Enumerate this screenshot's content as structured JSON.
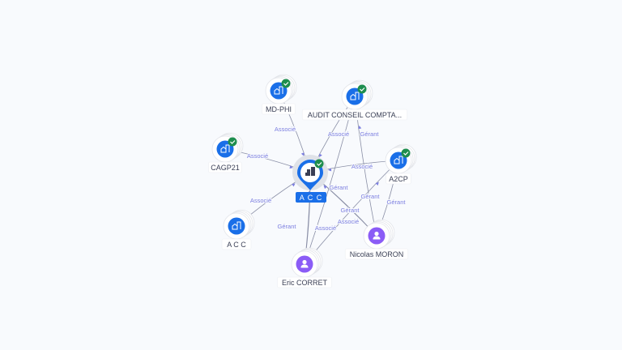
{
  "colors": {
    "company": "#1a6fe8",
    "person": "#8b5cf6",
    "check": "#1e8e4e",
    "edge": "#8a8fa6",
    "edge_label": "#7c7fe0",
    "center_label_bg": "#1a6fe8"
  },
  "center": {
    "id": "acc-center",
    "label": "A C C",
    "verified": true
  },
  "nodes": [
    {
      "id": "mdphi",
      "label": "MD-PHI",
      "type": "company",
      "verified": true
    },
    {
      "id": "audit",
      "label": "AUDIT CONSEIL COMPTA...",
      "type": "company",
      "verified": true
    },
    {
      "id": "cagp21",
      "label": "CAGP21",
      "type": "company",
      "verified": true
    },
    {
      "id": "a2cp",
      "label": "A2CP",
      "type": "company",
      "verified": true
    },
    {
      "id": "acc2",
      "label": "A C C",
      "type": "company",
      "verified": false
    },
    {
      "id": "eric",
      "label": "Eric CORRET",
      "type": "person",
      "verified": false
    },
    {
      "id": "nicolas",
      "label": "Nicolas MORON",
      "type": "person",
      "verified": false
    }
  ],
  "edges": [
    {
      "from": "mdphi",
      "to": "acc-center",
      "label": "Associé"
    },
    {
      "from": "audit",
      "to": "acc-center",
      "label": "Associé"
    },
    {
      "from": "cagp21",
      "to": "acc-center",
      "label": "Associé"
    },
    {
      "from": "a2cp",
      "to": "acc-center",
      "label": "Associé"
    },
    {
      "from": "acc2",
      "to": "acc-center",
      "label": "Associé"
    },
    {
      "from": "eric",
      "to": "acc-center",
      "label": "Gérant"
    },
    {
      "from": "eric",
      "to": "acc-center",
      "label": "Associé"
    },
    {
      "from": "nicolas",
      "to": "acc-center",
      "label": "Gérant"
    },
    {
      "from": "nicolas",
      "to": "acc-center",
      "label": "Associé"
    },
    {
      "from": "eric",
      "to": "audit",
      "label": "Gérant"
    },
    {
      "from": "nicolas",
      "to": "audit",
      "label": "Gérant"
    },
    {
      "from": "nicolas",
      "to": "a2cp",
      "label": "Gérant"
    },
    {
      "from": "eric",
      "to": "a2cp",
      "label": "Gérant"
    }
  ]
}
